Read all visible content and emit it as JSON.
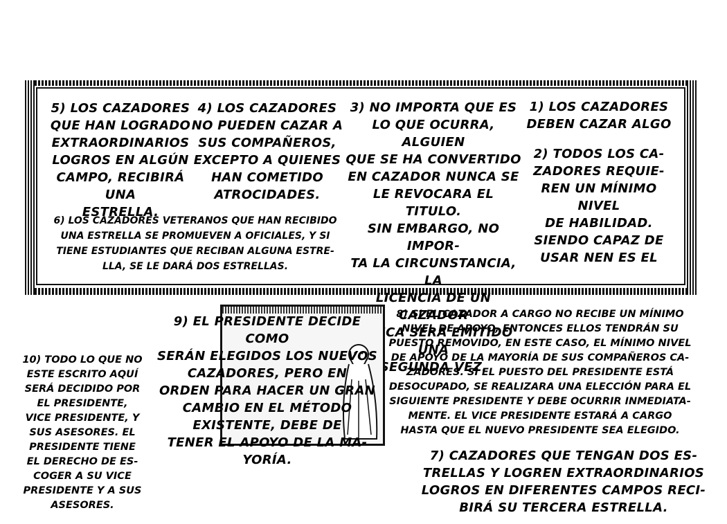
{
  "rules": {
    "rule1": "1) LOS CAZADORES\nDEBEN CAZAR ALGO",
    "rule2": "2) TODOS LOS CA-\nZADORES REQUIE-\nREN UN MÍNIMO NIVEL\nDE HABILIDAD.\nSIENDO CAPAZ DE\nUSAR NEN ES EL",
    "rule3": "3) NO IMPORTA QUE ES\nLO QUE OCURRA, ALGUIEN\nQUE SE HA CONVERTIDO\nEN CAZADOR NUNCA SE\nLE REVOCARA EL TITULO.\nSIN EMBARGO, NO IMPOR-\nTA LA CIRCUNSTANCIA, LA\nLICENCIA DE UN CAZADOR\nNUNCA SERÁ EMITIDO UNA\nSEGUNDA VEZ.",
    "rule4": "4) LOS CAZADORES\nNO PUEDEN CAZAR A\nSUS COMPAÑEROS,\nEXCEPTO A QUIENES\nHAN COMETIDO\nATROCIDADES.",
    "rule5": "5) LOS CAZADORES\nQUE HAN LOGRADO\nEXTRAORDINARIOS\nLOGROS EN ALGÚN\nCAMPO, RECIBIRÁ UNA\nESTRELLA.",
    "rule6": "6) LOS CAZADORES VETERANOS QUE HAN RECIBIDO\nUNA ESTRELLA SE PROMUEVEN A OFICIALES, Y SI\nTIENE ESTUDIANTES QUE RECIBAN ALGUNA ESTRE-\nLLA, SE LE DARÁ DOS ESTRELLAS.",
    "rule7": "7) CAZADORES QUE TENGAN DOS ES-\nTRELLAS Y LOGREN EXTRAORDINARIOS\nLOGROS EN DIFERENTES CAMPOS RECI-\nBIRÁ SU TERCERA ESTRELLA.",
    "rule8": "8) SI EL CAZADOR A CARGO NO RECIBE UN MÍNIMO\nNIVEL DE APOYO, ENTONCES ELLOS TENDRÁN SU\nPUESTO REMOVIDO, EN ESTE CASO, EL MÍNIMO NIVEL\nDE APOYO DE LA MAYORÍA DE SUS COMPAÑEROS CA-\nZADORES. SI EL PUESTO DEL PRESIDENTE ESTÁ\nDESOCUPADO, SE REALIZARA UNA ELECCIÓN PARA EL\nSIGUIENTE PRESIDENTE Y DEBE OCURRIR INMEDIATA-\nMENTE. EL VICE PRESIDENTE ESTARÁ A CARGO\nHASTA QUE EL NUEVO PRESIDENTE SEA ELEGIDO.",
    "rule9": "9) EL PRESIDENTE DECIDE COMO\nSERÁN ELEGIDOS LOS NUEVOS\nCAZADORES, PERO EN\nORDEN PARA HACER UN GRAN\nCAMBIO EN EL MÉTODO\nEXISTENTE, DEBE DE\nTENER EL APOYO DE LA MA-\nYORÍA.",
    "rule10": "10) TODO LO QUE NO\nESTE ESCRITO AQUÍ\nSERÁ DECIDIDO POR\nEL PRESIDENTE,\nVICE PRESIDENTE, Y\nSUS ASESORES. EL\nPRESIDENTE TIENE\nEL DERECHO DE ES-\nCOGER A SU VICE\nPRESIDENTE Y A SUS\nASESORES."
  },
  "illustration": {
    "icon": "old-man-figure-icon"
  },
  "colors": {
    "ink": "#000000",
    "paper": "#ffffff",
    "inset_bg": "#f6f6f6"
  }
}
